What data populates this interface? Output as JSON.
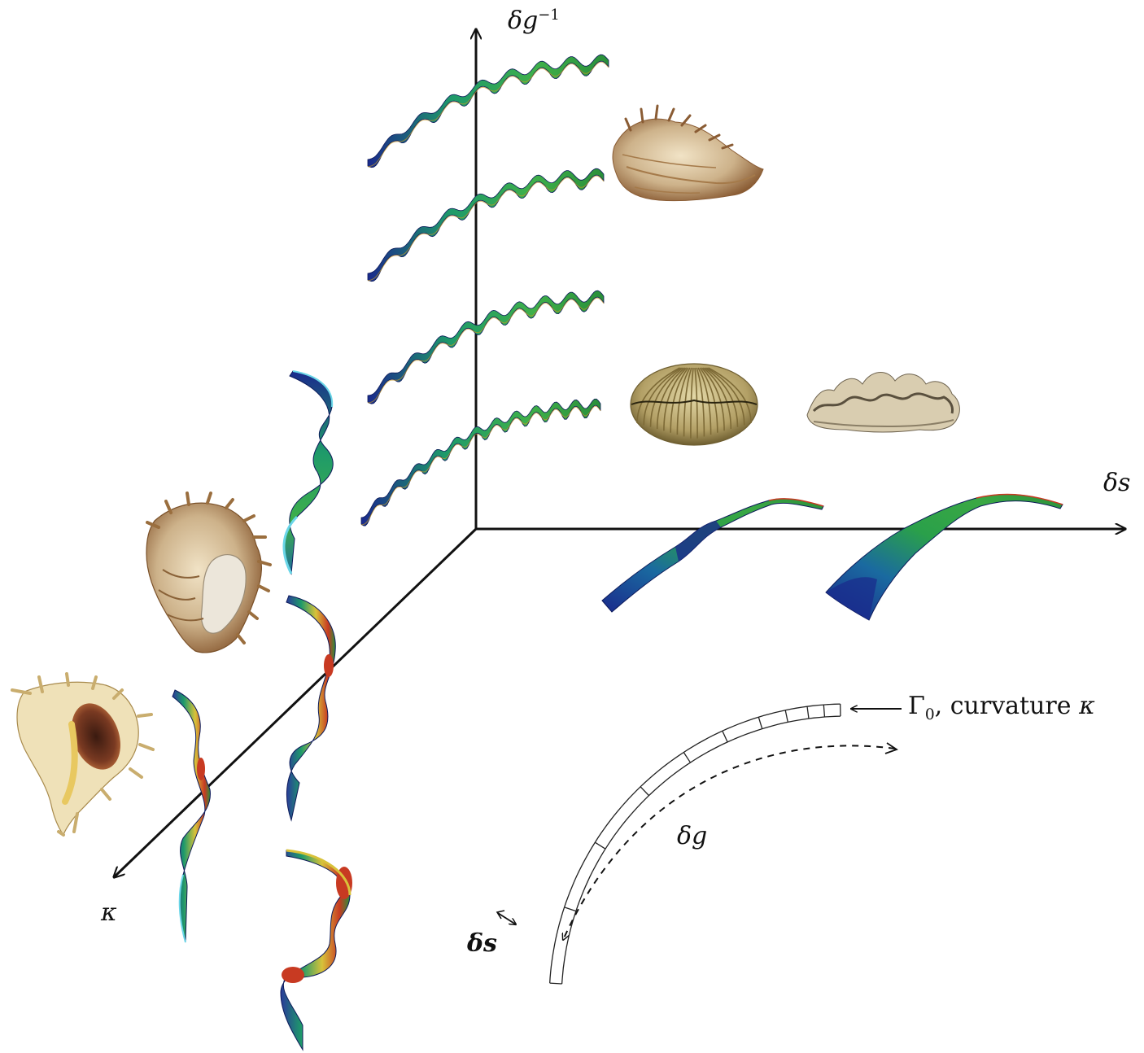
{
  "axes": {
    "vertical": {
      "symbol": "δg",
      "exponent": "−1"
    },
    "horizontal": {
      "symbol": "δs"
    },
    "depth": {
      "symbol": "κ"
    }
  },
  "inset": {
    "arrow_label_prefix": "Γ",
    "arrow_label_sub": "0",
    "arrow_label_text": ", curvature ",
    "arrow_label_kappa": "κ",
    "growth_label": "δg",
    "width_label": "δs"
  },
  "colors": {
    "axis": "#111111",
    "ribbon_dark": "#1a2a8c",
    "ribbon_mid": "#1e9a6a",
    "ribbon_light": "#3fb04a",
    "ribbon_warm": "#d8c23a",
    "ribbon_edge": "#c83a22",
    "ribbon_cyan": "#6ad6e8",
    "shell_tan": "#cdb28a",
    "shell_brown": "#8a5c34"
  },
  "icons": [
    "murex-shell-icon",
    "cockle-shell-icon",
    "giant-clam-icon",
    "spiny-whelk-shell-icon",
    "conch-shell-icon"
  ]
}
